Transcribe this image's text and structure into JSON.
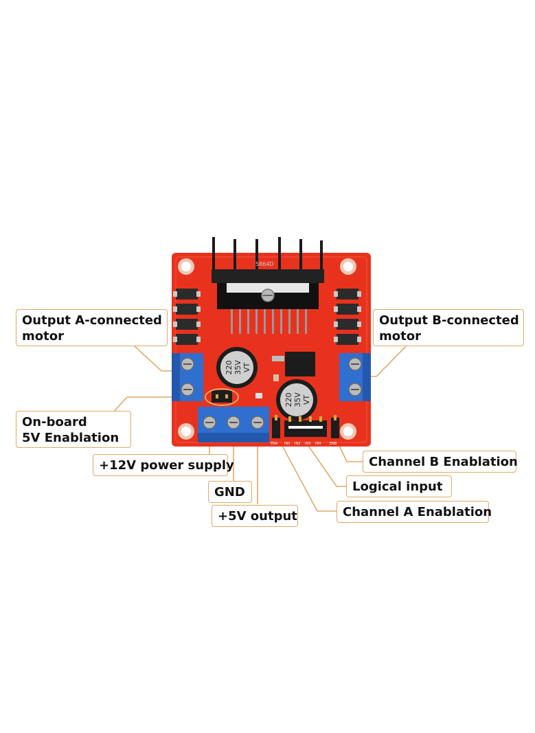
{
  "labels": {
    "output_a": [
      "Output A-connected",
      "motor"
    ],
    "output_b": [
      "Output B-connected",
      "motor"
    ],
    "onboard_5v": [
      "On-board",
      "5V Enablation"
    ],
    "power_12v": "+12V power supply",
    "gnd": "GND",
    "output_5v": "+5V output",
    "channel_b_enable": "Channel B Enablation",
    "logical_input": "Logical input",
    "channel_a_enable": "Channel A Enablation"
  },
  "board": {
    "heatsink_marking": "5864D",
    "capacitor_text": [
      "220",
      "35V",
      "VT"
    ],
    "header_pins": [
      "ENA",
      "IN1",
      "IN2",
      "IN3",
      "IN4",
      "ENB"
    ]
  },
  "colors": {
    "pcb": "#e8321d",
    "terminal": "#2f6fd0",
    "leader": "#e0a869",
    "label_border": "#e0a869"
  }
}
